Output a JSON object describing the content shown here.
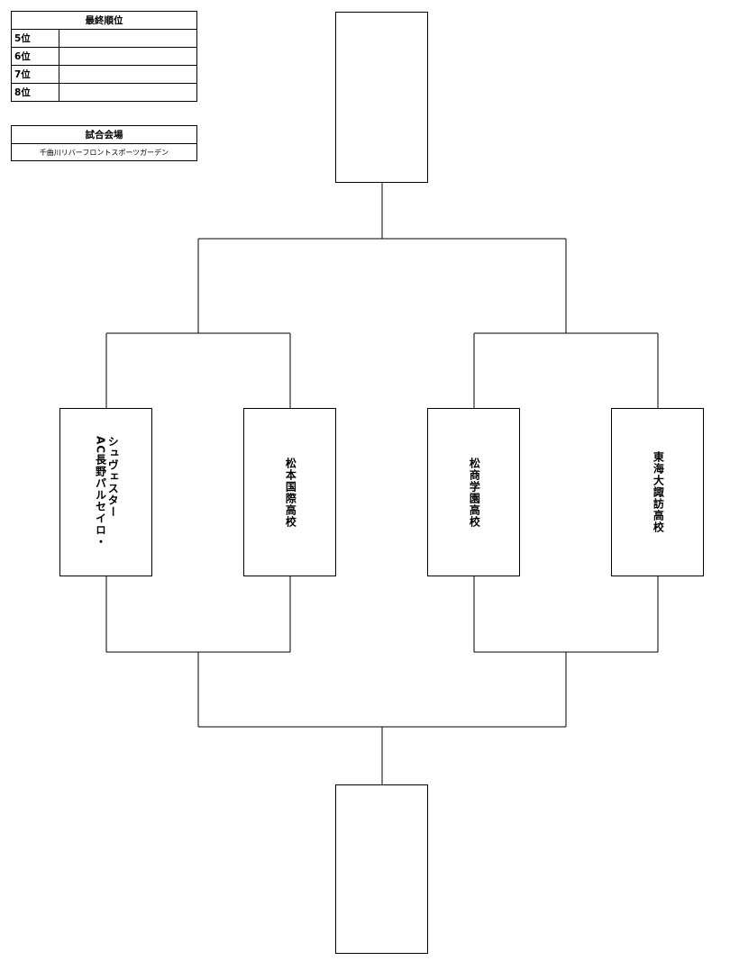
{
  "ranking": {
    "title": "最終順位",
    "rows": [
      {
        "place": "5位",
        "team": ""
      },
      {
        "place": "6位",
        "team": ""
      },
      {
        "place": "7位",
        "team": ""
      },
      {
        "place": "8位",
        "team": ""
      }
    ]
  },
  "venue": {
    "title": "試合会場",
    "name": "千曲川リバーフロントスポーツガーデン"
  },
  "teams": [
    "シュヴェスター\nAC長野パルセイロ・",
    "松本国際高校",
    "松商学園高校",
    "東海大諏訪高校"
  ],
  "winner_box": "",
  "loser_box": ""
}
